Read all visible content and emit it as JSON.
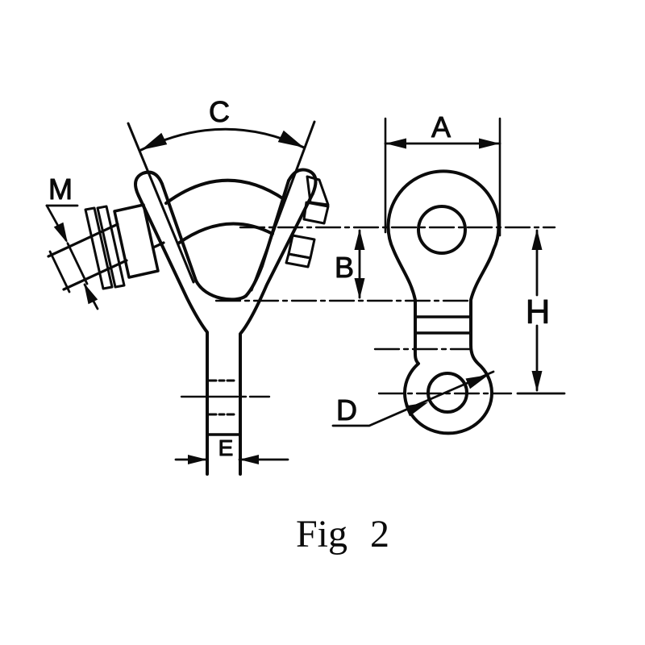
{
  "page": {
    "background": "#ffffff",
    "ink": "#0b0b0b"
  },
  "drawing": {
    "caption": "Fig 2",
    "left_view": {
      "name": "Y-ball clevis with angled threaded stud, front view",
      "labels": {
        "cone_angle": "C",
        "stud_thread": "M",
        "stem_width": "E"
      }
    },
    "right_view": {
      "name": "offset eye link, side view",
      "labels": {
        "eye_width": "A",
        "eye_offset": "B",
        "overall_height": "H",
        "hole_diameter": "D"
      }
    }
  }
}
